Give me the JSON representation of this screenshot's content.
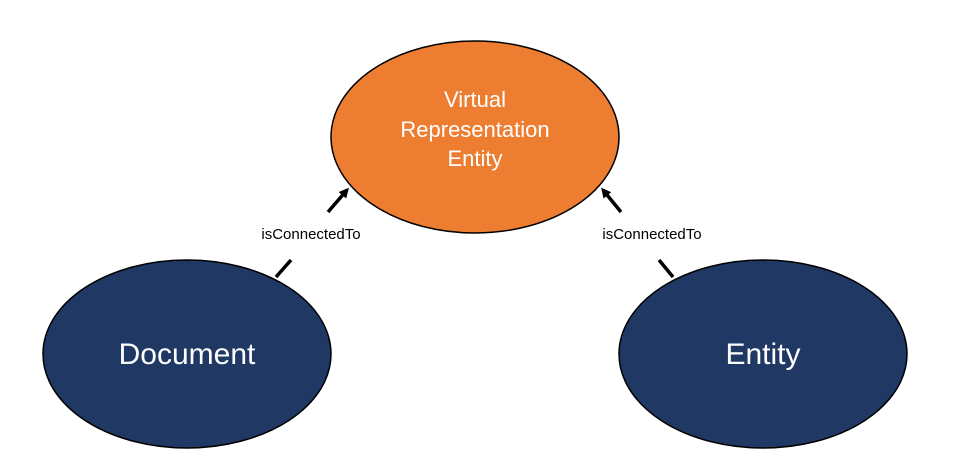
{
  "nodes": {
    "virtual_representation": {
      "lines": [
        "Virtual",
        "Representation",
        "Entity"
      ],
      "fill": "#ED7D31"
    },
    "document": {
      "label": "Document",
      "fill": "#203864"
    },
    "entity": {
      "label": "Entity",
      "fill": "#203864"
    }
  },
  "edges": [
    {
      "label": "isConnectedTo",
      "from": "Document",
      "to": "Virtual Representation Entity"
    },
    {
      "label": "isConnectedTo",
      "from": "Entity",
      "to": "Virtual Representation Entity"
    }
  ],
  "colors": {
    "outline": "#000000",
    "text_on_node": "#FFFFFF",
    "edge": "#000000"
  }
}
